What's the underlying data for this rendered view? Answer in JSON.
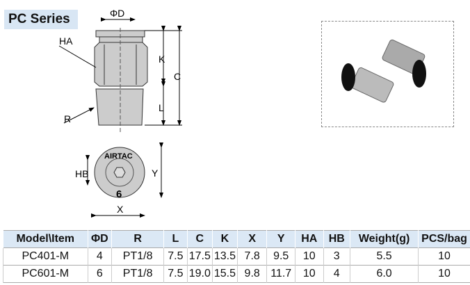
{
  "title": "PC Series",
  "diagram_labels": {
    "phiD": "ΦD",
    "ha": "HA",
    "k": "K",
    "c": "C",
    "l": "L",
    "r": "R",
    "hb": "HB",
    "y": "Y",
    "x": "X",
    "brand": "AIRTAC",
    "size": "6"
  },
  "table": {
    "headers": [
      "Model\\Item",
      "ΦD",
      "R",
      "L",
      "C",
      "K",
      "X",
      "Y",
      "HA",
      "HB",
      "Weight(g)",
      "PCS/bag"
    ],
    "rows": [
      [
        "PC401-M",
        "4",
        "PT1/8",
        "7.5",
        "17.5",
        "13.5",
        "7.8",
        "9.5",
        "10",
        "3",
        "5.5",
        "10"
      ],
      [
        "PC601-M",
        "6",
        "PT1/8",
        "7.5",
        "19.0",
        "15.5",
        "9.8",
        "11.7",
        "10",
        "4",
        "6.0",
        "10"
      ]
    ]
  }
}
